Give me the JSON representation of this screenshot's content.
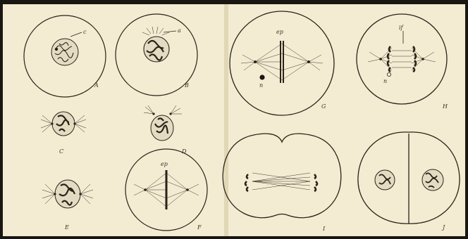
{
  "colors": {
    "page": "#f3ecd2",
    "ink": "#2a2218",
    "gutter": "#d8cfb0",
    "frame": "#1a1712"
  },
  "figures": [
    {
      "id": "A",
      "label": "A",
      "stage": "resting-nucleus",
      "annotations": [
        "c"
      ]
    },
    {
      "id": "B",
      "label": "B",
      "stage": "early-prophase",
      "annotations": [
        "a"
      ]
    },
    {
      "id": "C",
      "label": "C",
      "stage": "prophase"
    },
    {
      "id": "D",
      "label": "D",
      "stage": "prophase"
    },
    {
      "id": "E",
      "label": "E",
      "stage": "late-prophase"
    },
    {
      "id": "F",
      "label": "F",
      "stage": "metaphase",
      "annotations": [
        "ep"
      ]
    },
    {
      "id": "G",
      "label": "G",
      "stage": "metaphase",
      "annotations": [
        "ep",
        "n"
      ]
    },
    {
      "id": "H",
      "label": "H",
      "stage": "anaphase",
      "annotations": [
        "if",
        "n"
      ]
    },
    {
      "id": "I",
      "label": "I",
      "stage": "telophase"
    },
    {
      "id": "J",
      "label": "J",
      "stage": "daughter-cells"
    }
  ]
}
